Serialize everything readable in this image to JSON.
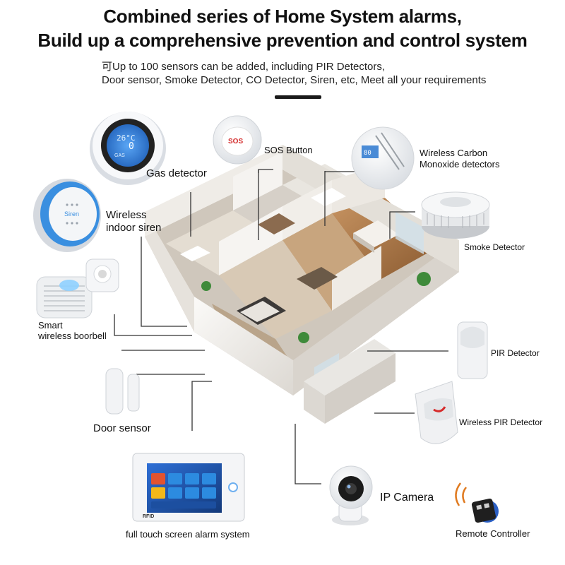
{
  "header": {
    "title_line1": "Combined series of Home System alarms,",
    "title_line2": "Build up a comprehensive prevention and control system",
    "subtitle_line1": "可Up to 100 sensors can be added, including PIR Detectors,",
    "subtitle_line2": "Door sensor, Smoke Detector, CO Detector, Siren, etc, Meet all your requirements"
  },
  "devices": {
    "gas_detector": {
      "label": "Gas detector",
      "screen_top": "26",
      "screen_unit": "°C",
      "screen_mid": "0",
      "screen_tag": "GAS"
    },
    "sos_button": {
      "label": "SOS Button",
      "button_text": "SOS"
    },
    "co_detector": {
      "label_line1": "Wireless Carbon",
      "label_line2": "Monoxide detectors",
      "screen_text": "80"
    },
    "indoor_siren": {
      "label_line1": "Wireless",
      "label_line2": "indoor siren",
      "badge": "Siren"
    },
    "smoke_detector": {
      "label": "Smoke Detector"
    },
    "doorbell": {
      "label_line1": "Smart",
      "label_line2": "wireless boorbell"
    },
    "pir_detector": {
      "label": "PIR Detector"
    },
    "door_sensor": {
      "label": "Door sensor"
    },
    "wireless_pir": {
      "label": "Wireless PIR Detector"
    },
    "ip_camera": {
      "label": "IP Camera"
    },
    "alarm_panel": {
      "label": "full touch screen alarm system",
      "rfid": "RFID"
    },
    "remote": {
      "label": "Remote Controller"
    }
  },
  "colors": {
    "lcd_blue": "#2f7de1",
    "sos_red": "#d42a2a",
    "siren_blue": "#3a8fe0",
    "wood": "#b07a4a",
    "wall": "#f3f1ee",
    "line": "#333333"
  }
}
